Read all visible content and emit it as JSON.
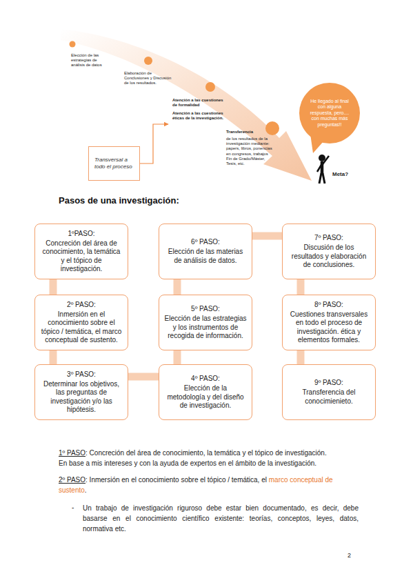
{
  "diagram": {
    "title": "Pasos de una investigación:",
    "nodes": [
      {
        "text": [
          "Transversal a todo el proceso"
        ]
      },
      {
        "text": [
          "He llegado al final con alguna respuesta, pero.... con muchas más preguntas!!"
        ]
      },
      {
        "text": [
          "1ºPASO:",
          "Concreción del área de conocimiento, la temática y el tópico de investigación."
        ]
      },
      {
        "text": [
          "2º PASO:",
          "Inmersión en el conocimiento sobre el tópico / temática, el marco conceptual de sustento."
        ]
      },
      {
        "text": [
          "3º PASO:",
          "Determinar los objetivos, las preguntas de investigación y/o las hipótesis."
        ]
      },
      {
        "text": [
          "4º PASO:",
          "Elección de la metodología y del diseño de investigación."
        ]
      },
      {
        "text": [
          "5º PASO:",
          "Elección de las estrategias y los instrumentos de recogida de información."
        ]
      },
      {
        "text": [
          "6º PASO:",
          "Elección de las materias de análisis de datos."
        ]
      },
      {
        "text": [
          "7º PASO:",
          "Discusión de los resultados y elaboración de conclusiones."
        ]
      },
      {
        "text": [
          "8º PASO:",
          "Cuestiones transversales en todo el proceso de investigación. ética y elementos formales."
        ]
      },
      {
        "text": [
          "9º PASO:",
          "Transferencia del conocimienieto."
        ]
      }
    ],
    "edges": [
      {
        "from": 2,
        "to": 3,
        "arrow": "none"
      },
      {
        "from": 3,
        "to": 4,
        "arrow": "none"
      },
      {
        "from": 4,
        "to": 5,
        "arrow": "none"
      },
      {
        "from": 5,
        "to": 6,
        "arrow": "none"
      },
      {
        "from": 6,
        "to": 7,
        "arrow": "none"
      },
      {
        "from": 7,
        "to": 8,
        "arrow": "none"
      },
      {
        "from": 8,
        "to": 9,
        "arrow": "none"
      },
      {
        "from": 9,
        "to": 10,
        "arrow": "none"
      }
    ],
    "labels": [
      "Elección de las estrategias de análisis de datos",
      "Elaboración de Conclusiones y Discusión de los resultados.",
      "Atención a las cuestiones de formalidad",
      "Atención a las cuestiones éticas de la investigación.",
      "Transferencia",
      "de los resultados de la investigación mediante: papers, libros, ponencias en congresos, trabajos Fin de Grado/Máster, Tesis, etc.",
      "Meta?",
      "1º PASO",
      ": Concreción del área de conocimiento, la temática y el tópico de investigación.",
      "En base a mis intereses y con la ayuda de expertos en el ámbito de la investigación.",
      "2º PASO",
      ": Inmersión en el conocimiento sobre el tópico / temática, el",
      "marco conceptual de sustento",
      ".",
      "-",
      "Un trabajo de investigación riguroso debe estar bien documentado, es decir, debe basarse en el conocimiento científico existente: teorías, conceptos, leyes, datos, normativa etc.",
      "2"
    ]
  }
}
